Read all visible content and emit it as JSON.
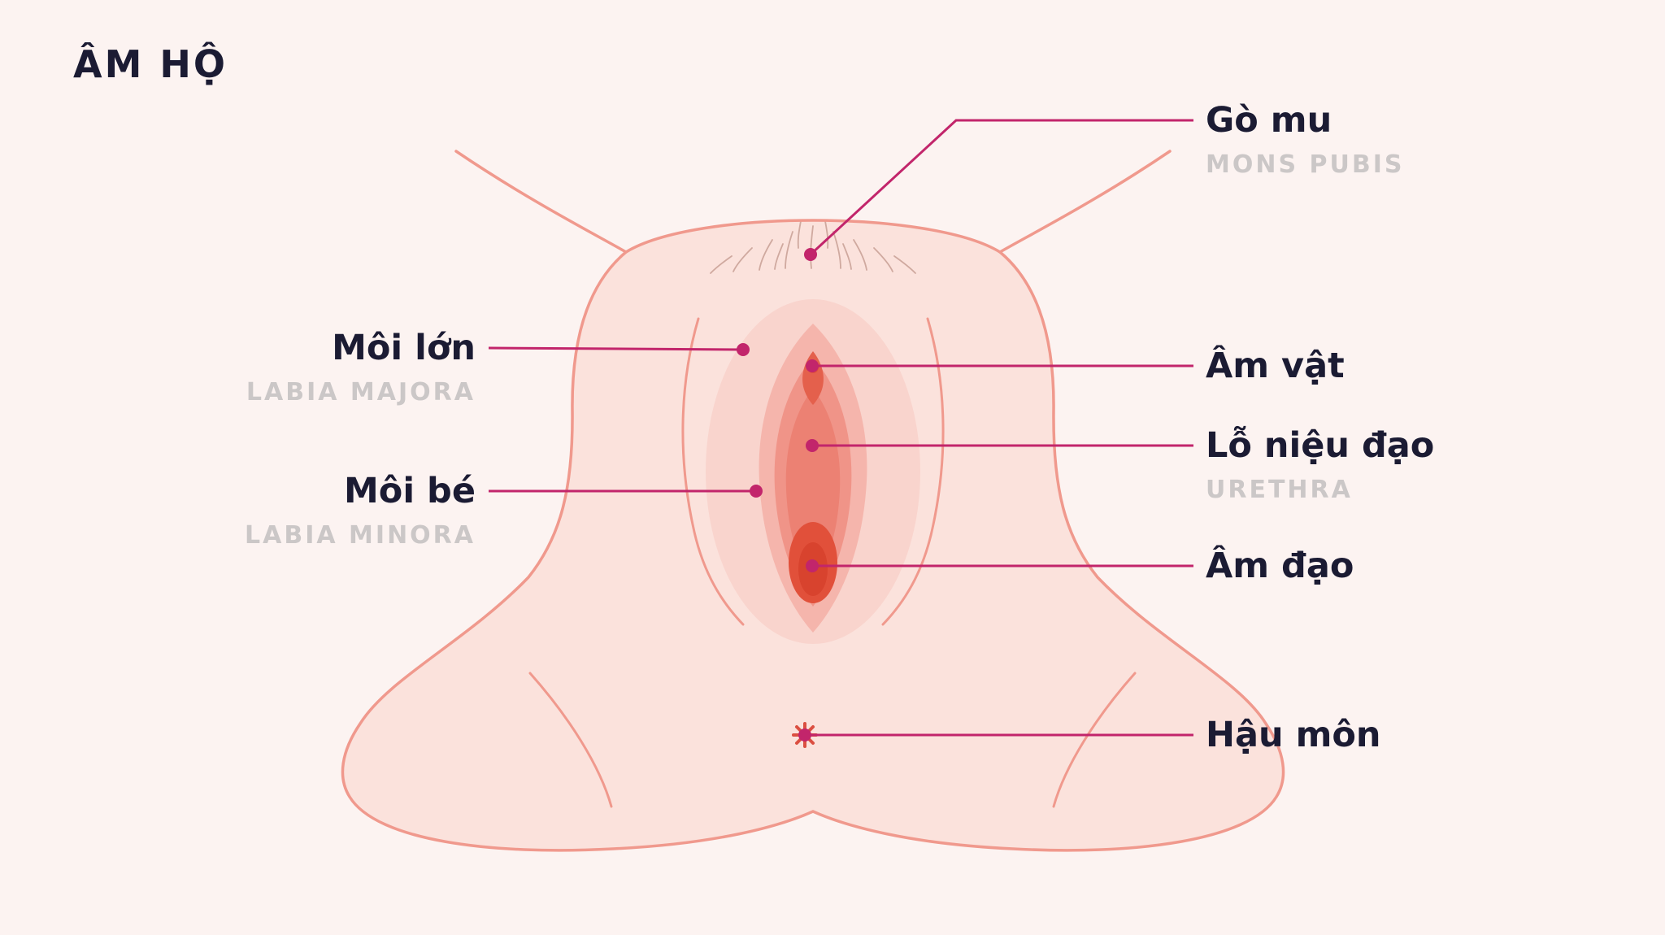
{
  "title": "ÂM HỘ",
  "labels": {
    "mons_pubis": {
      "vi": "Gò mu",
      "en": "MONS PUBIS"
    },
    "labia_majora": {
      "vi": "Môi lớn",
      "en": "LABIA MAJORA"
    },
    "clitoris": {
      "vi": "Âm vật"
    },
    "urethra": {
      "vi": "Lỗ niệu đạo",
      "en": "URETHRA"
    },
    "labia_minora": {
      "vi": "Môi bé",
      "en": "LABIA MINORA"
    },
    "vagina": {
      "vi": "Âm đạo"
    },
    "anus": {
      "vi": "Hậu môn"
    }
  },
  "colors": {
    "background": "#FCF3F1",
    "body_fill": "#FBE2DC",
    "body_shade": "#F9D4CD",
    "outline": "#F0998D",
    "vulva_outer": "#F5B5AC",
    "vulva_mid": "#F09488",
    "vulva_inner": "#EC8173",
    "opening_deep": "#E1503A",
    "accent_line": "#C2256B",
    "label_primary": "#1B1B33",
    "label_secondary": "#CBC7C7"
  }
}
